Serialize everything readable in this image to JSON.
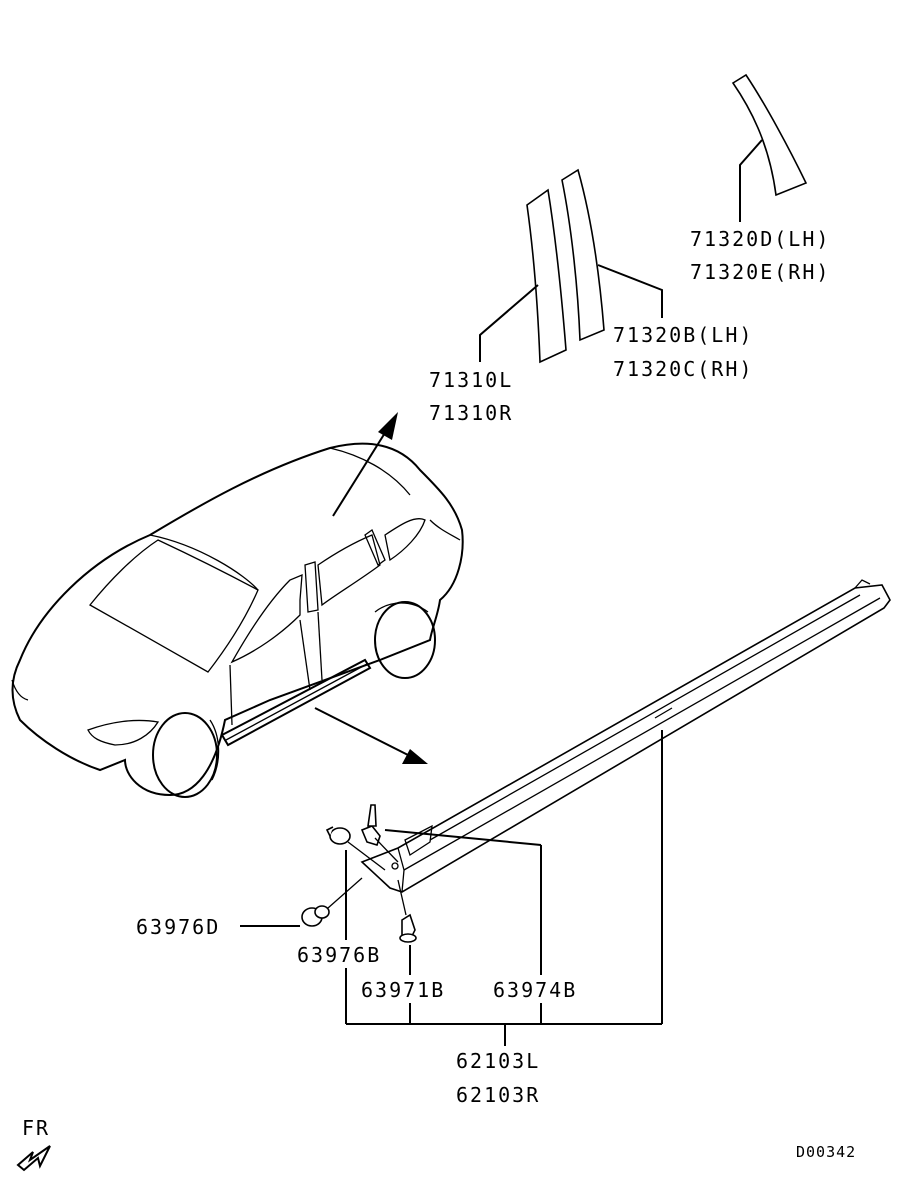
{
  "labels": {
    "p71320d": "71320D(LH)",
    "p71320e": "71320E(RH)",
    "p71320b": "71320B(LH)",
    "p71320c": "71320C(RH)",
    "p71310l": "71310L",
    "p71310r": "71310R",
    "p63976d": "63976D",
    "p63976b": "63976B",
    "p63971b": "63971B",
    "p63974b": "63974B",
    "p62103l": "62103L",
    "p62103r": "62103R",
    "fr": "FR",
    "diagram_id": "D00342"
  }
}
